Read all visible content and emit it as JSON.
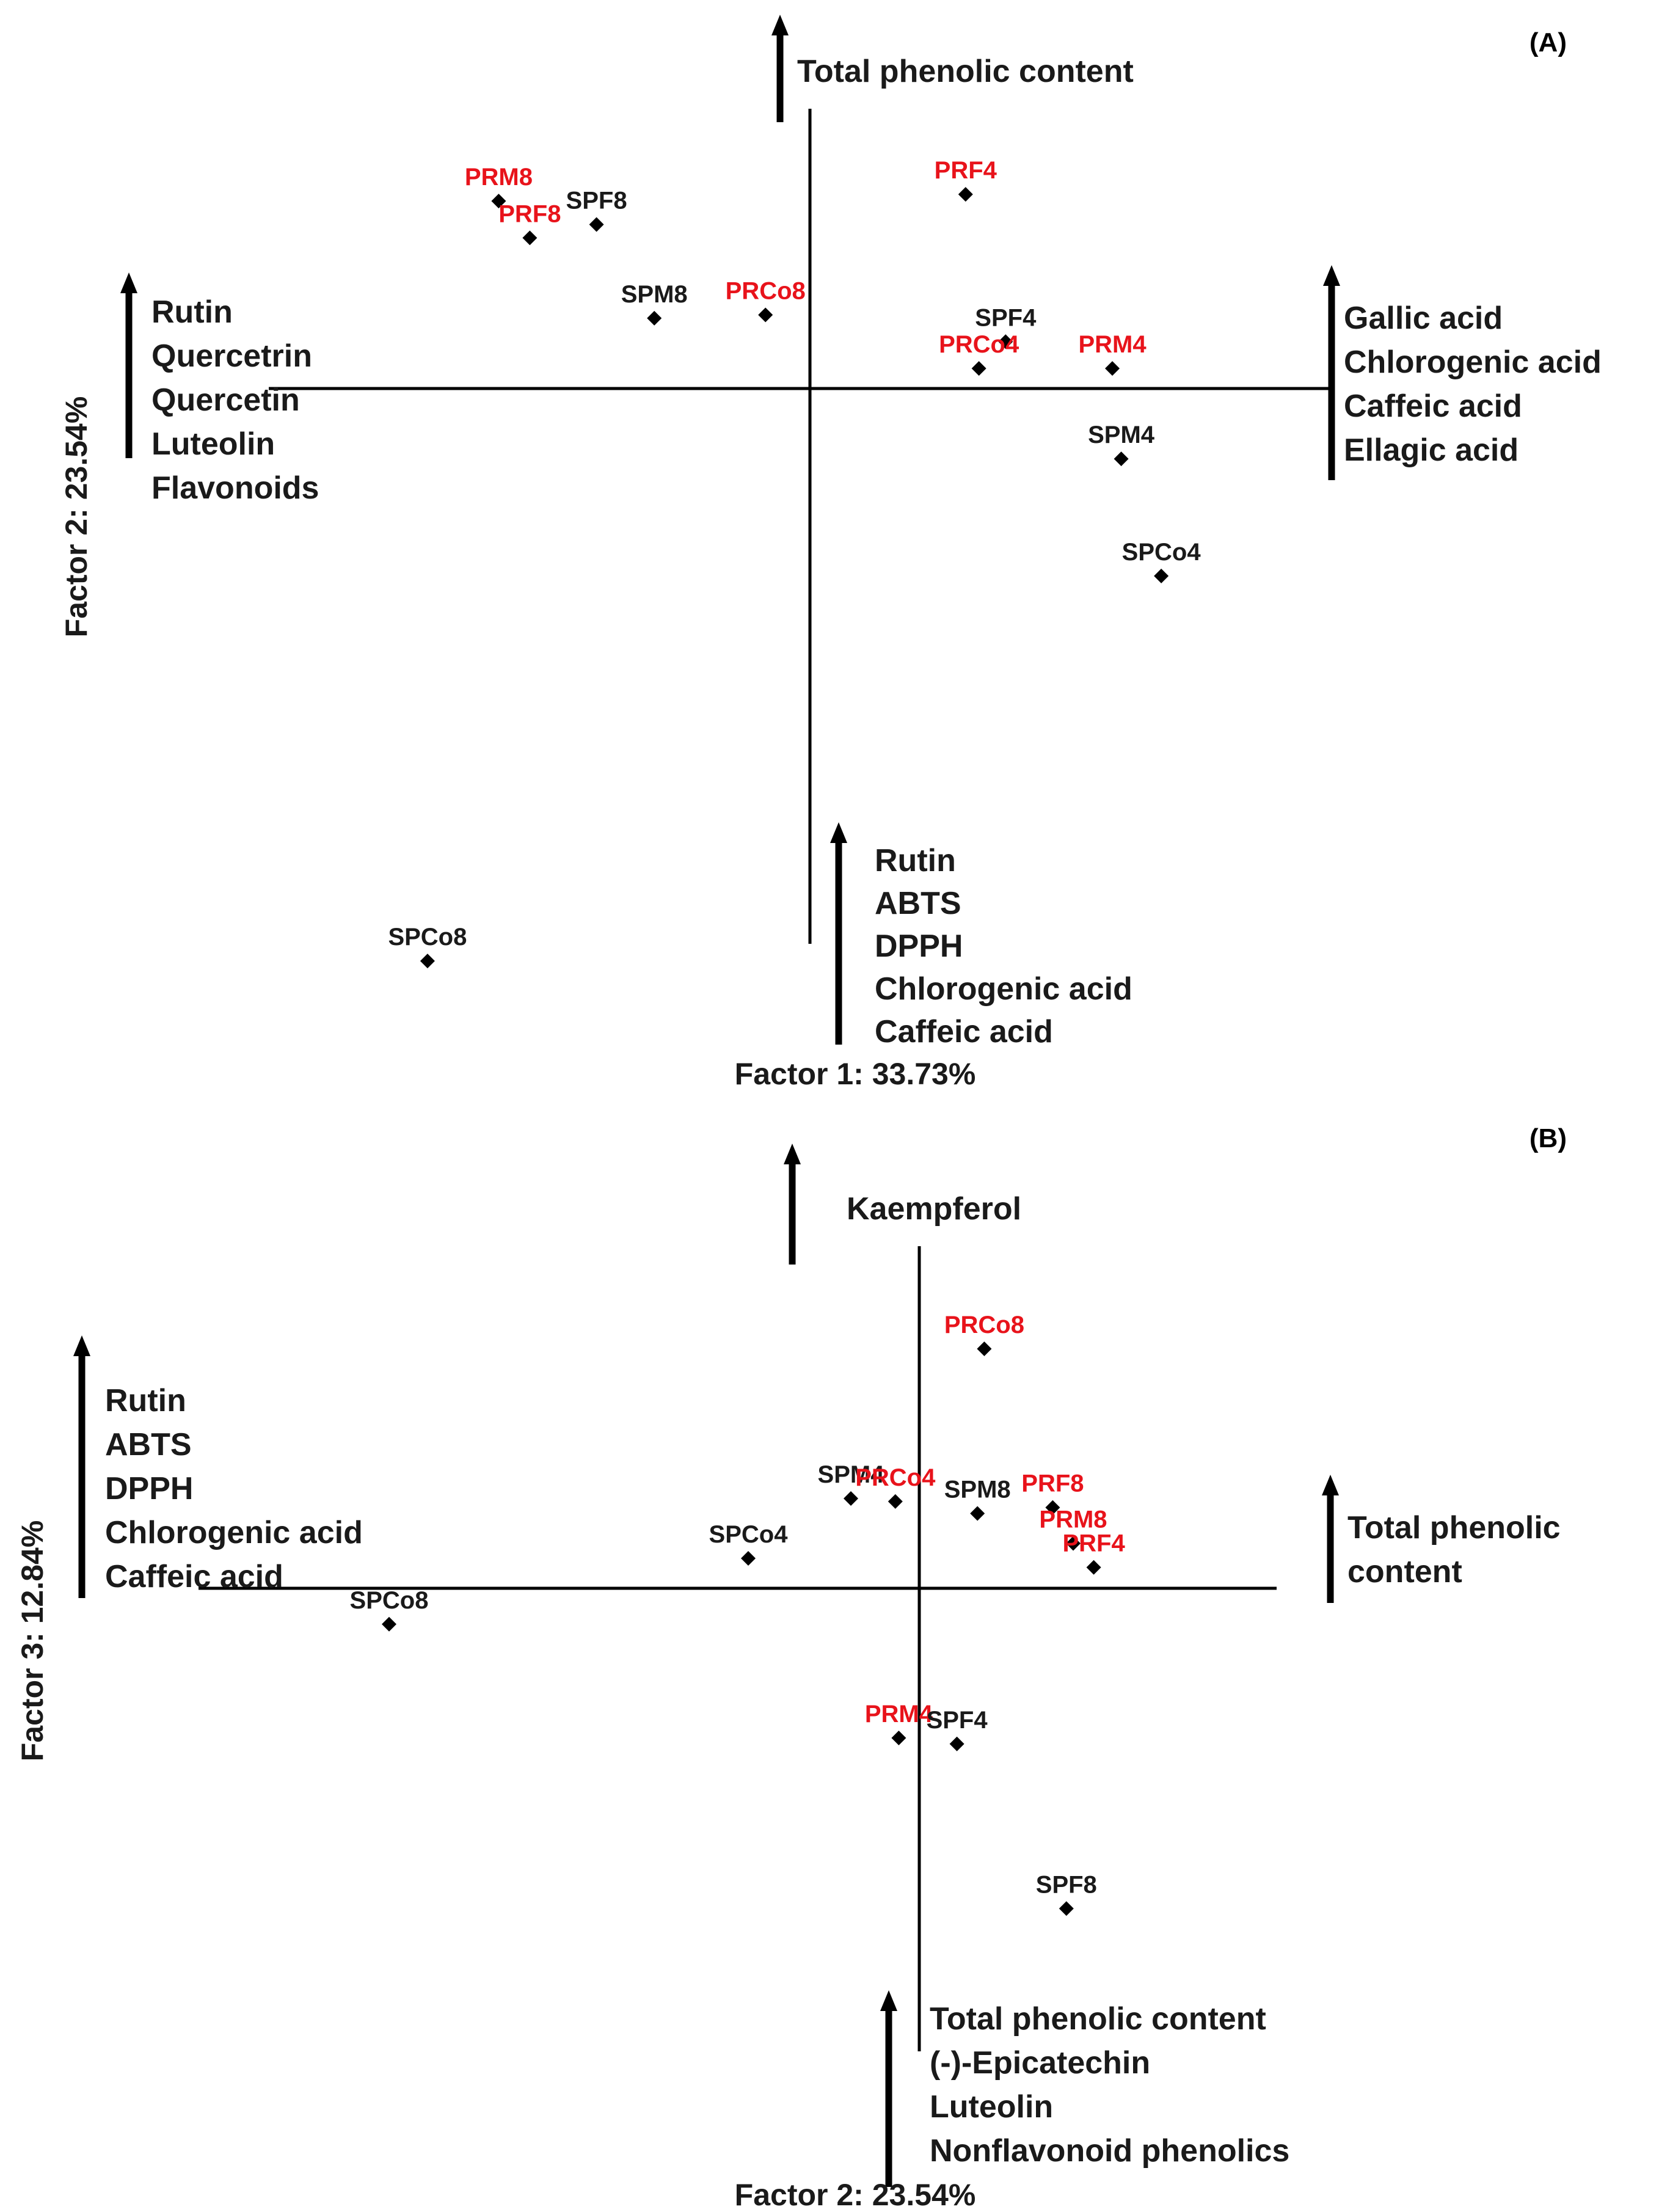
{
  "chart_data": [
    {
      "type": "scatter",
      "panel_label": "(A)",
      "xlabel": "Factor 1: 33.73%",
      "ylabel": "Factor 2: 23.54%",
      "annotations": {
        "top": [
          "Total phenolic content"
        ],
        "right": [
          "Gallic acid",
          "Chlorogenic acid",
          "Caffeic acid",
          "Ellagic acid"
        ],
        "left": [
          "Rutin",
          "Quercetrin",
          "Quercetin",
          "Luteolin",
          "Flavonoids"
        ],
        "bottom": [
          "Rutin",
          "ABTS",
          "DPPH",
          "Chlorogenic acid",
          "Caffeic acid"
        ]
      },
      "xlim": [
        -1.0,
        1.0
      ],
      "ylim": [
        -1.0,
        1.0
      ],
      "points": [
        {
          "label": "PRM8",
          "x": -0.7,
          "y": 0.56,
          "color": "#e8131b"
        },
        {
          "label": "PRF8",
          "x": -0.63,
          "y": 0.45,
          "color": "#e8131b"
        },
        {
          "label": "SPF8",
          "x": -0.48,
          "y": 0.49,
          "color": "#1a1a1a"
        },
        {
          "label": "SPM8",
          "x": -0.35,
          "y": 0.21,
          "color": "#1a1a1a"
        },
        {
          "label": "PRCo8",
          "x": -0.1,
          "y": 0.22,
          "color": "#e8131b"
        },
        {
          "label": "PRF4",
          "x": 0.35,
          "y": 0.58,
          "color": "#e8131b"
        },
        {
          "label": "SPF4",
          "x": 0.44,
          "y": 0.14,
          "color": "#1a1a1a"
        },
        {
          "label": "PRCo4",
          "x": 0.38,
          "y": 0.06,
          "color": "#e8131b"
        },
        {
          "label": "PRM4",
          "x": 0.68,
          "y": 0.06,
          "color": "#e8131b"
        },
        {
          "label": "SPM4",
          "x": 0.7,
          "y": -0.21,
          "color": "#1a1a1a"
        },
        {
          "label": "SPCo4",
          "x": 0.79,
          "y": -0.56,
          "color": "#1a1a1a"
        },
        {
          "label": "SPCo8",
          "x": -0.86,
          "y": -1.71,
          "color": "#1a1a1a"
        }
      ]
    },
    {
      "type": "scatter",
      "panel_label": "(B)",
      "xlabel": "Factor 2: 23.54%",
      "ylabel": "Factor 3: 12.84%",
      "annotations": {
        "top": [
          "Kaempferol"
        ],
        "right": [
          "Total phenolic",
          "content"
        ],
        "left": [
          "Rutin",
          "ABTS",
          "DPPH",
          "Chlorogenic acid",
          "Caffeic acid"
        ],
        "bottom": [
          "Total phenolic content",
          "(-)-Epicatechin",
          "Luteolin",
          "Nonflavonoid phenolics"
        ]
      },
      "xlim": [
        -1.0,
        1.0
      ],
      "ylim": [
        -1.0,
        1.0
      ],
      "points": [
        {
          "label": "PRCo8",
          "x": 0.19,
          "y": 0.8,
          "color": "#e8131b"
        },
        {
          "label": "SPM4",
          "x": -0.2,
          "y": 0.3,
          "color": "#1a1a1a"
        },
        {
          "label": "PRCo4",
          "x": -0.07,
          "y": 0.29,
          "color": "#e8131b"
        },
        {
          "label": "SPM8",
          "x": 0.17,
          "y": 0.25,
          "color": "#1a1a1a"
        },
        {
          "label": "PRF8",
          "x": 0.39,
          "y": 0.27,
          "color": "#e8131b"
        },
        {
          "label": "PRM8",
          "x": 0.45,
          "y": 0.15,
          "color": "#e8131b"
        },
        {
          "label": "PRF4",
          "x": 0.51,
          "y": 0.07,
          "color": "#e8131b"
        },
        {
          "label": "SPCo4",
          "x": -0.5,
          "y": 0.1,
          "color": "#1a1a1a"
        },
        {
          "label": "SPCo8",
          "x": -1.55,
          "y": -0.12,
          "color": "#1a1a1a"
        },
        {
          "label": "PRM4",
          "x": -0.06,
          "y": -0.5,
          "color": "#e8131b"
        },
        {
          "label": "SPF4",
          "x": 0.11,
          "y": -0.52,
          "color": "#1a1a1a"
        },
        {
          "label": "SPF8",
          "x": 0.43,
          "y": -1.07,
          "color": "#1a1a1a"
        }
      ]
    }
  ]
}
